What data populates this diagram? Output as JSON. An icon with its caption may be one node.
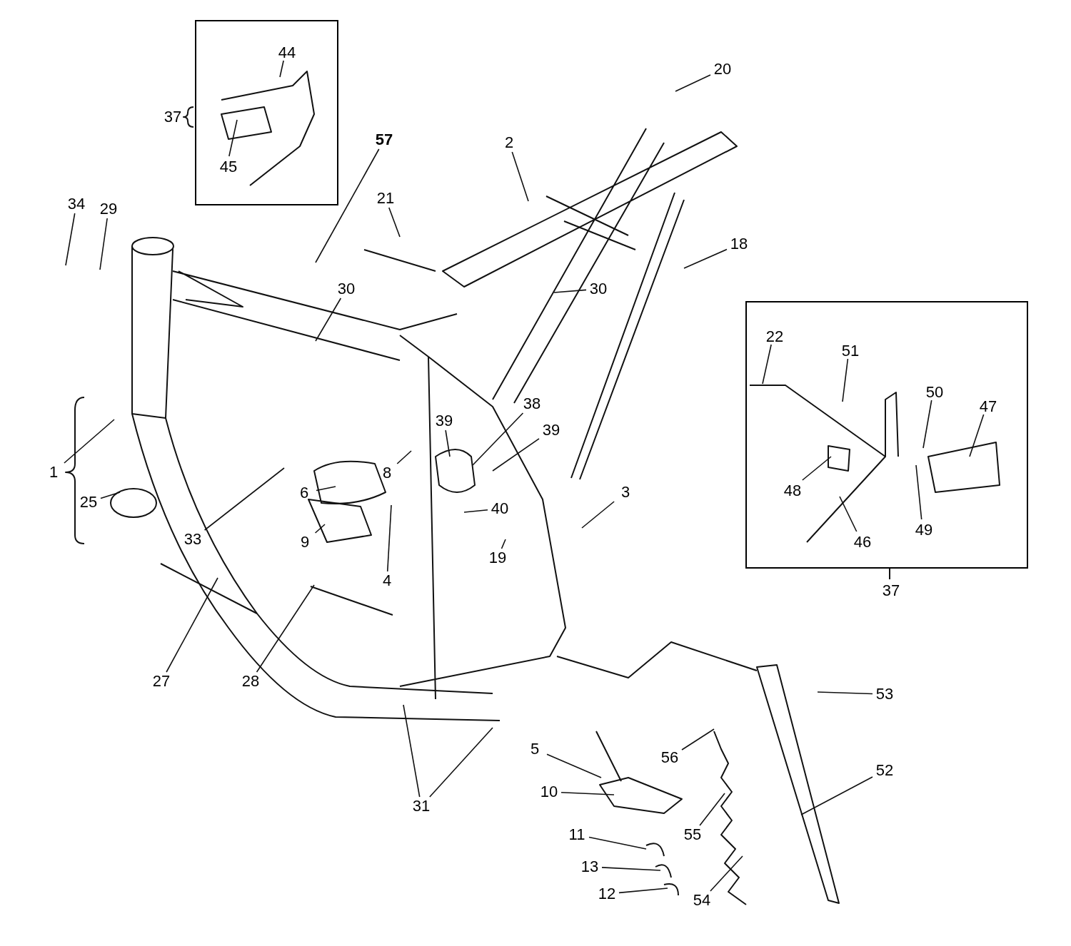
{
  "diagram": {
    "nodes": [
      {
        "text": [],
        "shape": "box",
        "beside": [
          "37"
        ]
      },
      {
        "text": [
          "44"
        ],
        "in": 0
      },
      {
        "text": [
          "45"
        ],
        "in": 0
      },
      {
        "text": [
          "57"
        ]
      },
      {
        "text": [
          "2"
        ]
      },
      {
        "text": [
          "20"
        ]
      },
      {
        "text": [
          "34"
        ]
      },
      {
        "text": [
          "29"
        ]
      },
      {
        "text": [
          "21"
        ]
      },
      {
        "text": [
          "18"
        ]
      },
      {
        "text": [
          "30"
        ]
      },
      {
        "text": [
          "30"
        ]
      },
      {
        "text": [],
        "shape": "box",
        "beside": [
          "37"
        ]
      },
      {
        "text": [
          "22"
        ],
        "in": 12
      },
      {
        "text": [
          "51"
        ],
        "in": 12
      },
      {
        "text": [
          "50"
        ],
        "in": 12
      },
      {
        "text": [
          "47"
        ],
        "in": 12
      },
      {
        "text": [
          "48"
        ],
        "in": 12
      },
      {
        "text": [
          "46"
        ],
        "in": 12
      },
      {
        "text": [
          "49"
        ],
        "in": 12
      },
      {
        "text": [
          "1"
        ]
      },
      {
        "text": [
          "25"
        ]
      },
      {
        "text": [
          "39"
        ]
      },
      {
        "text": [
          "38"
        ]
      },
      {
        "text": [
          "39"
        ]
      },
      {
        "text": [
          "8"
        ]
      },
      {
        "text": [
          "6"
        ]
      },
      {
        "text": [
          "33"
        ]
      },
      {
        "text": [
          "9"
        ]
      },
      {
        "text": [
          "4"
        ]
      },
      {
        "text": [
          "40"
        ]
      },
      {
        "text": [
          "19"
        ]
      },
      {
        "text": [
          "3"
        ]
      },
      {
        "text": [
          "27"
        ]
      },
      {
        "text": [
          "28"
        ]
      },
      {
        "text": [
          "53"
        ]
      },
      {
        "text": [
          "5"
        ]
      },
      {
        "text": [
          "56"
        ]
      },
      {
        "text": [
          "52"
        ]
      },
      {
        "text": [
          "10"
        ]
      },
      {
        "text": [
          "31"
        ]
      },
      {
        "text": [
          "11"
        ]
      },
      {
        "text": [
          "55"
        ]
      },
      {
        "text": [
          "13"
        ]
      },
      {
        "text": [
          "12"
        ]
      },
      {
        "text": [
          "54"
        ]
      }
    ],
    "edges": [
      {
        "from": 1,
        "to": null,
        "arrow": "none"
      },
      {
        "from": 2,
        "to": null,
        "arrow": "none"
      },
      {
        "from": 3,
        "to": null,
        "arrow": "none"
      },
      {
        "from": 4,
        "to": null,
        "arrow": "none"
      },
      {
        "from": 5,
        "to": null,
        "arrow": "none"
      },
      {
        "from": 6,
        "to": null,
        "arrow": "none"
      },
      {
        "from": 7,
        "to": null,
        "arrow": "none"
      },
      {
        "from": 8,
        "to": null,
        "arrow": "none"
      },
      {
        "from": 9,
        "to": null,
        "arrow": "none"
      },
      {
        "from": 10,
        "to": null,
        "arrow": "none"
      },
      {
        "from": 11,
        "to": null,
        "arrow": "none"
      },
      {
        "from": 13,
        "to": null,
        "arrow": "none"
      },
      {
        "from": 14,
        "to": null,
        "arrow": "none"
      },
      {
        "from": 15,
        "to": null,
        "arrow": "none"
      },
      {
        "from": 16,
        "to": null,
        "arrow": "none"
      },
      {
        "from": 17,
        "to": null,
        "arrow": "none"
      },
      {
        "from": 18,
        "to": null,
        "arrow": "none"
      },
      {
        "from": 19,
        "to": null,
        "arrow": "none"
      },
      {
        "from": 20,
        "to": null,
        "arrow": "none"
      },
      {
        "from": 21,
        "to": null,
        "arrow": "none"
      },
      {
        "from": 22,
        "to": null,
        "arrow": "none"
      },
      {
        "from": 23,
        "to": null,
        "arrow": "none"
      },
      {
        "from": 24,
        "to": null,
        "arrow": "none"
      },
      {
        "from": 25,
        "to": null,
        "arrow": "none"
      },
      {
        "from": 26,
        "to": null,
        "arrow": "none"
      },
      {
        "from": 27,
        "to": null,
        "arrow": "none"
      },
      {
        "from": 28,
        "to": null,
        "arrow": "none"
      },
      {
        "from": 29,
        "to": null,
        "arrow": "none"
      },
      {
        "from": 30,
        "to": null,
        "arrow": "none"
      },
      {
        "from": 31,
        "to": null,
        "arrow": "none"
      },
      {
        "from": 32,
        "to": null,
        "arrow": "none"
      },
      {
        "from": 33,
        "to": null,
        "arrow": "none"
      },
      {
        "from": 34,
        "to": null,
        "arrow": "none"
      },
      {
        "from": 35,
        "to": null,
        "arrow": "none"
      },
      {
        "from": 36,
        "to": null,
        "arrow": "none"
      },
      {
        "from": 37,
        "to": null,
        "arrow": "none"
      },
      {
        "from": 38,
        "to": null,
        "arrow": "none"
      },
      {
        "from": 39,
        "to": null,
        "arrow": "none"
      },
      {
        "from": 40,
        "to": null,
        "arrow": "none"
      },
      {
        "from": 40,
        "to": null,
        "arrow": "none"
      },
      {
        "from": 41,
        "to": null,
        "arrow": "none"
      },
      {
        "from": 42,
        "to": null,
        "arrow": "none"
      },
      {
        "from": 43,
        "to": null,
        "arrow": "none"
      },
      {
        "from": 44,
        "to": null,
        "arrow": "none"
      },
      {
        "from": 45,
        "to": null,
        "arrow": "none"
      }
    ]
  }
}
